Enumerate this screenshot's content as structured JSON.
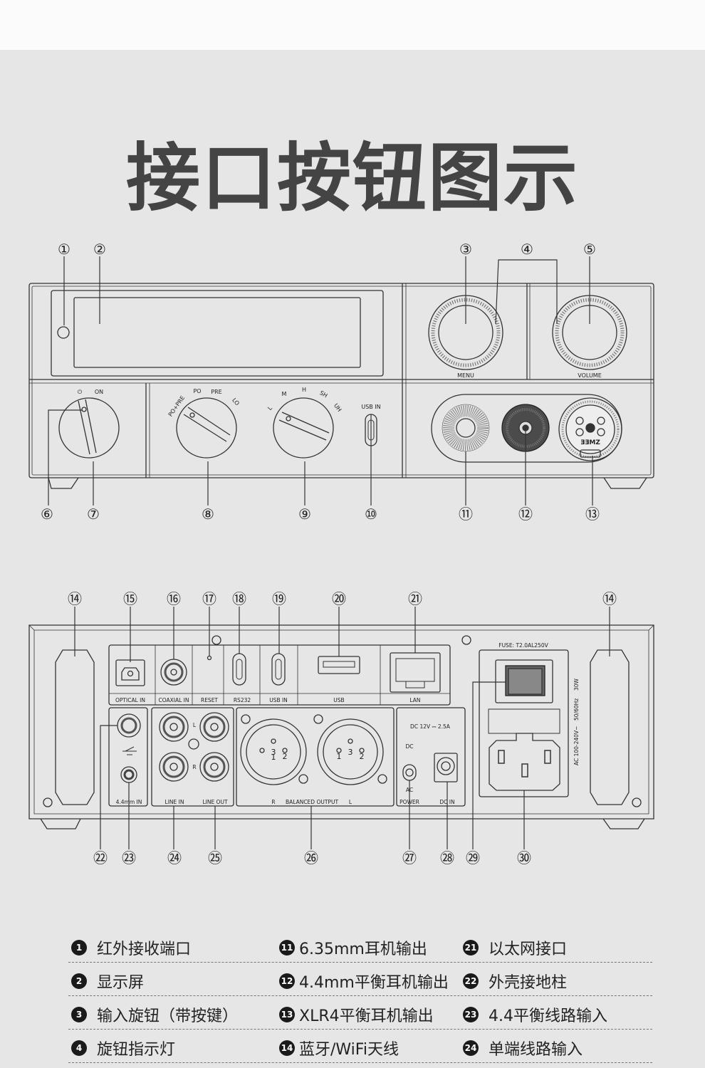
{
  "title": "接口按钮图示",
  "front": {
    "callouts": [
      "①",
      "②",
      "③",
      "④",
      "⑤",
      "⑥",
      "⑦",
      "⑧",
      "⑨",
      "⑩",
      "⑪",
      "⑫",
      "⑬"
    ],
    "power_labels": {
      "off": "⏻",
      "on": "ON"
    },
    "mode_labels": [
      "PO+PRE",
      "PO",
      "PRE",
      "LO"
    ],
    "gain_labels": [
      "L",
      "M",
      "H",
      "SH",
      "UH"
    ],
    "usb_in": "USB IN",
    "menu": "MENU",
    "volume": "VOLUME",
    "xlr_brand": "ƎƎMZ"
  },
  "rear": {
    "callouts_top": [
      "⑭",
      "⑮",
      "⑯",
      "⑰",
      "⑱",
      "⑲",
      "⑳",
      "㉑",
      "⑭"
    ],
    "callouts_bottom": [
      "㉒",
      "㉓",
      "㉔",
      "㉕",
      "㉖",
      "㉗",
      "㉘",
      "㉙",
      "㉚"
    ],
    "port_labels": [
      "OPTICAL IN",
      "COAXIAL IN",
      "RESET",
      "RS232",
      "USB IN",
      "USB",
      "LAN"
    ],
    "fuse": "FUSE: T2.0AL250V",
    "ac_spec": [
      "AC 100-240V~",
      "50/60Hz",
      "30W"
    ],
    "dc_spec": "DC 12V ⎓ 2.5A",
    "dc": "DC",
    "ac": "AC",
    "lr_l": "L",
    "lr_r": "R",
    "bottom_labels": [
      "4.4mm IN",
      "LINE IN",
      "LINE OUT",
      "R",
      "BALANCED OUTPUT",
      "L",
      "POWER",
      "DC IN"
    ]
  },
  "legend": [
    [
      {
        "num": "1",
        "text": "红外接收端口"
      },
      {
        "num": "11",
        "text": "6.35mm耳机输出"
      },
      {
        "num": "21",
        "text": "以太网接口"
      }
    ],
    [
      {
        "num": "2",
        "text": "显示屏"
      },
      {
        "num": "12",
        "text": "4.4mm平衡耳机输出"
      },
      {
        "num": "22",
        "text": "外壳接地柱"
      }
    ],
    [
      {
        "num": "3",
        "text": "输入旋钮（带按键）"
      },
      {
        "num": "13",
        "text": "XLR4平衡耳机输出"
      },
      {
        "num": "23",
        "text": "4.4平衡线路输入"
      }
    ],
    [
      {
        "num": "4",
        "text": "旋钮指示灯"
      },
      {
        "num": "14",
        "text": "蓝牙/WiFi天线"
      },
      {
        "num": "24",
        "text": "单端线路输入"
      }
    ]
  ]
}
